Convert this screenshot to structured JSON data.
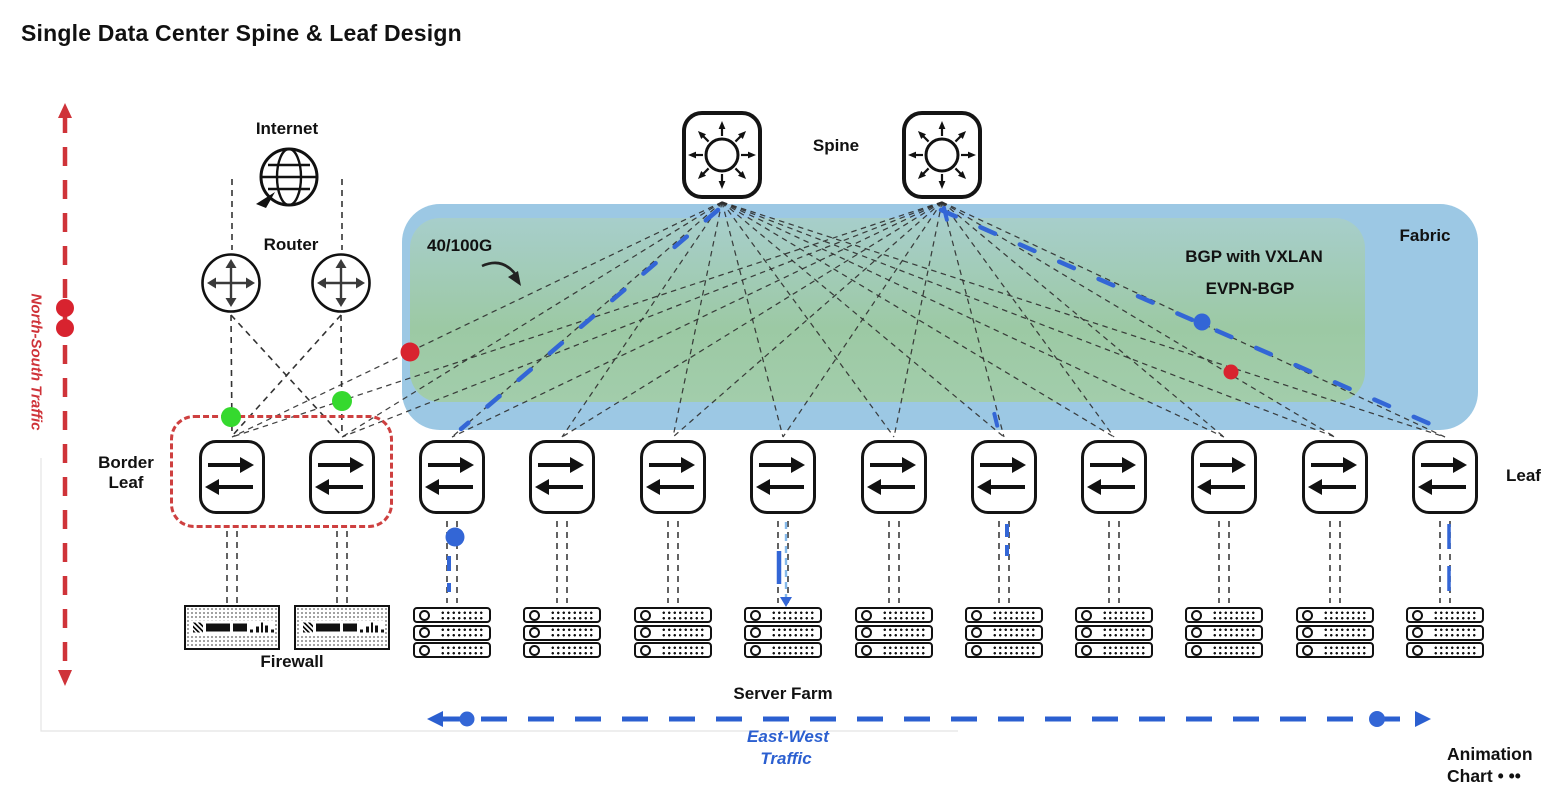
{
  "title": "Single Data Center Spine & Leaf Design",
  "labels": {
    "internet": "Internet",
    "router": "Router",
    "spine": "Spine",
    "fabric": "Fabric",
    "link_speed": "40/100G",
    "overlay_line1": "BGP with VXLAN",
    "overlay_line2": "EVPN-BGP",
    "border_leaf_line1": "Border",
    "border_leaf_line2": "Leaf",
    "leaf": "Leaf",
    "firewall": "Firewall",
    "server_farm": "Server Farm",
    "north_south_traffic": "North-South Traffic",
    "east_west_line1": "East-West",
    "east_west_line2": "Traffic",
    "watermark_line1": "Animation",
    "watermark_line2": "Chart",
    "watermark_dots": "• ••"
  },
  "topology": {
    "spine_count": 2,
    "router_count": 2,
    "border_leaf_count": 2,
    "leaf_count": 10,
    "firewall_count": 2,
    "server_stack_count": 10,
    "server_units_per_stack": 3
  },
  "colors": {
    "north_south_red": "#cf3339",
    "east_west_blue": "#2b5fd0",
    "packet_green": "#35d92e",
    "packet_red": "#d8232f",
    "packet_blue": "#3366d6",
    "fabric_blue": "#9cc8e4",
    "fabric_green_top": "#a7cecb",
    "fabric_green_bottom": "#9cc9a4",
    "light_blue_link": "#85b9ea"
  }
}
